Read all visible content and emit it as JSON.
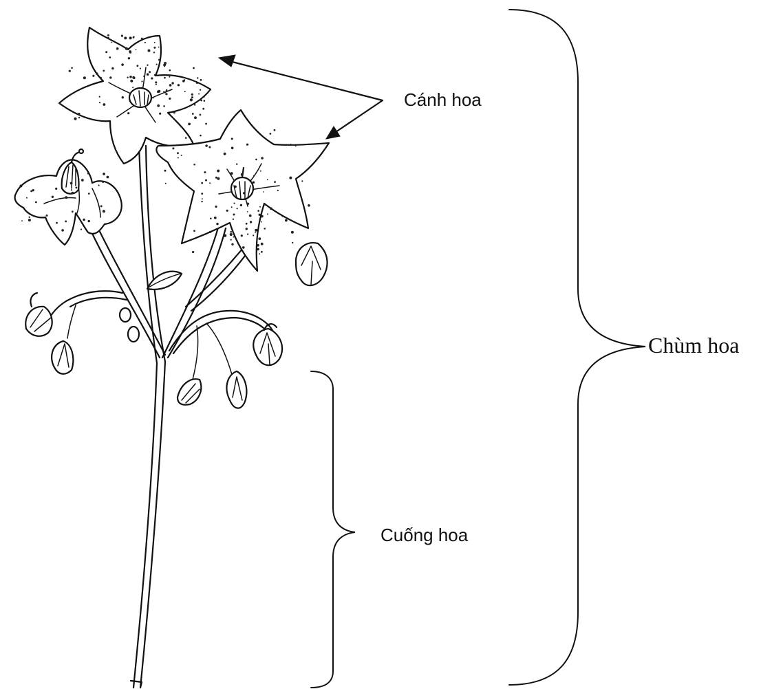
{
  "labels": {
    "petal": "Cánh hoa",
    "peduncle": "Cuống hoa",
    "inflorescence": "Chùm hoa"
  },
  "colors": {
    "ink": "#111111",
    "paper": "#ffffff"
  }
}
